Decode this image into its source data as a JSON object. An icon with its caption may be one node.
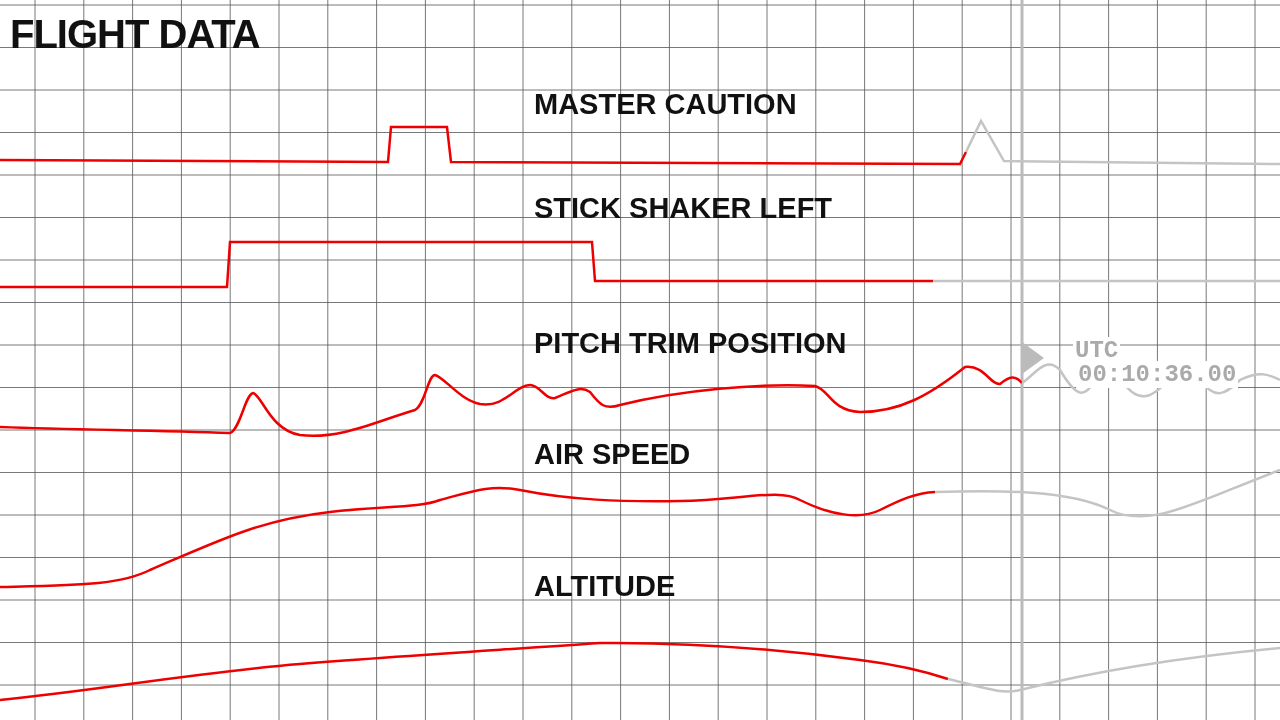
{
  "diagram": {
    "title": "FLIGHT DATA",
    "labels": [
      "MASTER CAUTION",
      "STICK SHAKER LEFT",
      "PITCH TRIM POSITION",
      "UTC",
      "00:10:36.00",
      "AIR SPEED",
      "ALTITUDE"
    ]
  }
}
